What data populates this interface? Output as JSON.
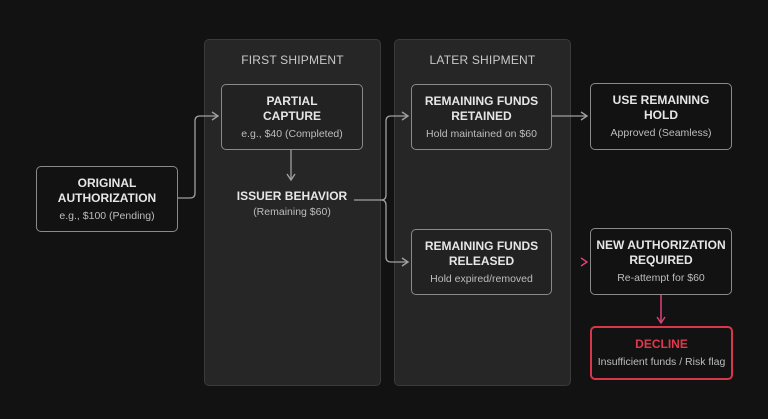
{
  "colors": {
    "background": "#121212",
    "lane_fill": "#262626",
    "connector_neutral": "#a0a0a0",
    "connector_alert": "#e0407a",
    "decline_accent": "#d8364a"
  },
  "lanes": [
    {
      "id": "first-shipment",
      "title": "FIRST SHIPMENT"
    },
    {
      "id": "later-shipment",
      "title": "LATER SHIPMENT"
    }
  ],
  "nodes": {
    "original_authorization": {
      "title": "ORIGINAL AUTHORIZATION",
      "title_l1": "ORIGINAL",
      "title_l2": "AUTHORIZATION",
      "detail": "e.g., $100 (Pending)"
    },
    "partial_capture": {
      "title_l1": "PARTIAL",
      "title_l2": "CAPTURE",
      "detail": "e.g., $40 (Completed)"
    },
    "issuer_behavior": {
      "title": "ISSUER BEHAVIOR",
      "detail": "(Remaining $60)"
    },
    "remaining_funds_retained": {
      "title_l1": "REMAINING FUNDS",
      "title_l2": "RETAINED",
      "detail": "Hold maintained on $60"
    },
    "remaining_funds_released": {
      "title_l1": "REMAINING FUNDS",
      "title_l2": "RELEASED",
      "detail": "Hold expired/removed"
    },
    "use_remaining_hold": {
      "title_l1": "USE REMAINING",
      "title_l2": "HOLD",
      "detail": "Approved (Seamless)"
    },
    "new_authorization_required": {
      "title_l1": "NEW AUTHORIZATION",
      "title_l2": "REQUIRED",
      "detail": "Re-attempt for $60"
    },
    "decline": {
      "title": "DECLINE",
      "detail": "Insufficient funds / Risk flag"
    }
  },
  "edges": [
    {
      "from": "original_authorization",
      "to": "partial_capture",
      "style": "neutral"
    },
    {
      "from": "partial_capture",
      "to": "issuer_behavior",
      "style": "neutral"
    },
    {
      "from": "issuer_behavior",
      "to": "remaining_funds_retained",
      "style": "neutral"
    },
    {
      "from": "issuer_behavior",
      "to": "remaining_funds_released",
      "style": "neutral"
    },
    {
      "from": "remaining_funds_retained",
      "to": "use_remaining_hold",
      "style": "neutral"
    },
    {
      "from": "remaining_funds_released",
      "to": "new_authorization_required",
      "style": "alert"
    },
    {
      "from": "new_authorization_required",
      "to": "decline",
      "style": "alert"
    }
  ]
}
